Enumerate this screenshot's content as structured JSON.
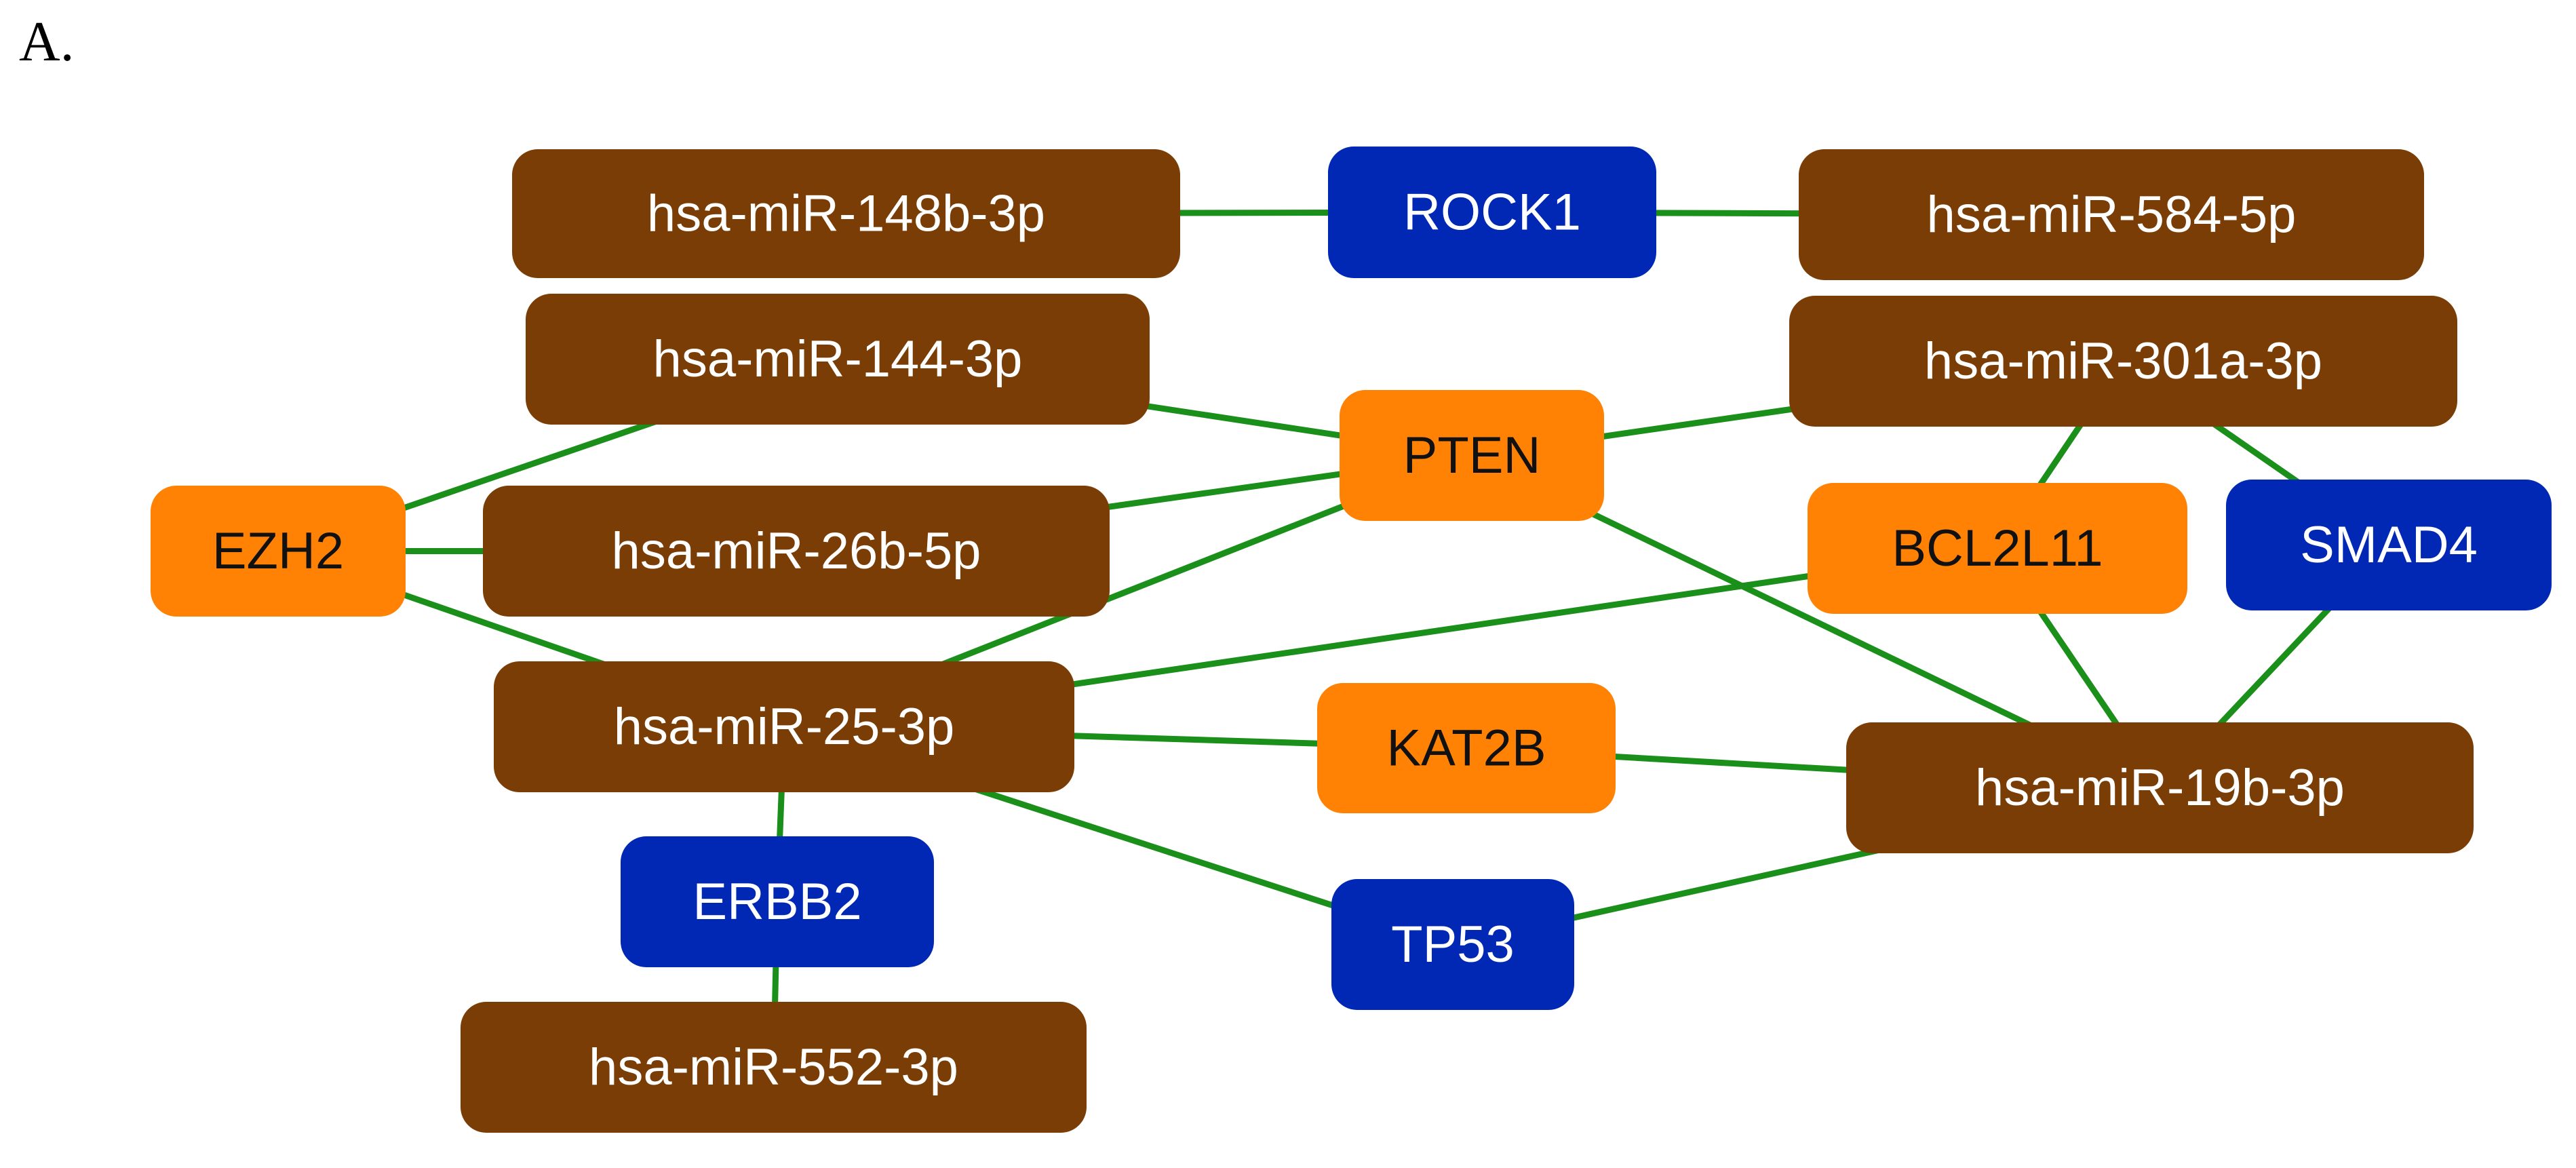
{
  "panel_label": "A.",
  "colors": {
    "mirna": "#7a3d05",
    "gene_orange": "#ff8205",
    "gene_blue": "#0028b4",
    "edge": "#1a8f1a",
    "text_light": "#ffffff",
    "text_dark": "#111111"
  },
  "nodes": [
    {
      "id": "mir148b",
      "label": "hsa-miR-148b-3p",
      "kind": "mirna"
    },
    {
      "id": "rock1",
      "label": "ROCK1",
      "kind": "gene_blue"
    },
    {
      "id": "mir584",
      "label": "hsa-miR-584-5p",
      "kind": "mirna"
    },
    {
      "id": "mir144",
      "label": "hsa-miR-144-3p",
      "kind": "mirna"
    },
    {
      "id": "pten",
      "label": "PTEN",
      "kind": "gene_orange"
    },
    {
      "id": "mir301a",
      "label": "hsa-miR-301a-3p",
      "kind": "mirna"
    },
    {
      "id": "ezh2",
      "label": "EZH2",
      "kind": "gene_orange"
    },
    {
      "id": "mir26b",
      "label": "hsa-miR-26b-5p",
      "kind": "mirna"
    },
    {
      "id": "bcl2l11",
      "label": "BCL2L11",
      "kind": "gene_orange"
    },
    {
      "id": "smad4",
      "label": "SMAD4",
      "kind": "gene_blue"
    },
    {
      "id": "mir25",
      "label": "hsa-miR-25-3p",
      "kind": "mirna"
    },
    {
      "id": "kat2b",
      "label": "KAT2B",
      "kind": "gene_orange"
    },
    {
      "id": "mir19b",
      "label": "hsa-miR-19b-3p",
      "kind": "mirna"
    },
    {
      "id": "erbb2",
      "label": "ERBB2",
      "kind": "gene_blue"
    },
    {
      "id": "tp53",
      "label": "TP53",
      "kind": "gene_blue"
    },
    {
      "id": "mir552",
      "label": "hsa-miR-552-3p",
      "kind": "mirna"
    }
  ],
  "edges": [
    [
      "mir148b",
      "rock1"
    ],
    [
      "rock1",
      "mir584"
    ],
    [
      "mir144",
      "pten"
    ],
    [
      "mir144",
      "ezh2"
    ],
    [
      "pten",
      "mir301a"
    ],
    [
      "pten",
      "mir26b"
    ],
    [
      "pten",
      "mir25"
    ],
    [
      "pten",
      "mir19b"
    ],
    [
      "ezh2",
      "mir26b"
    ],
    [
      "ezh2",
      "mir25"
    ],
    [
      "mir301a",
      "bcl2l11"
    ],
    [
      "mir301a",
      "smad4"
    ],
    [
      "bcl2l11",
      "mir25"
    ],
    [
      "bcl2l11",
      "mir19b"
    ],
    [
      "smad4",
      "mir19b"
    ],
    [
      "mir25",
      "kat2b"
    ],
    [
      "mir25",
      "erbb2"
    ],
    [
      "mir25",
      "tp53"
    ],
    [
      "kat2b",
      "mir19b"
    ],
    [
      "tp53",
      "mir19b"
    ],
    [
      "erbb2",
      "mir552"
    ]
  ]
}
